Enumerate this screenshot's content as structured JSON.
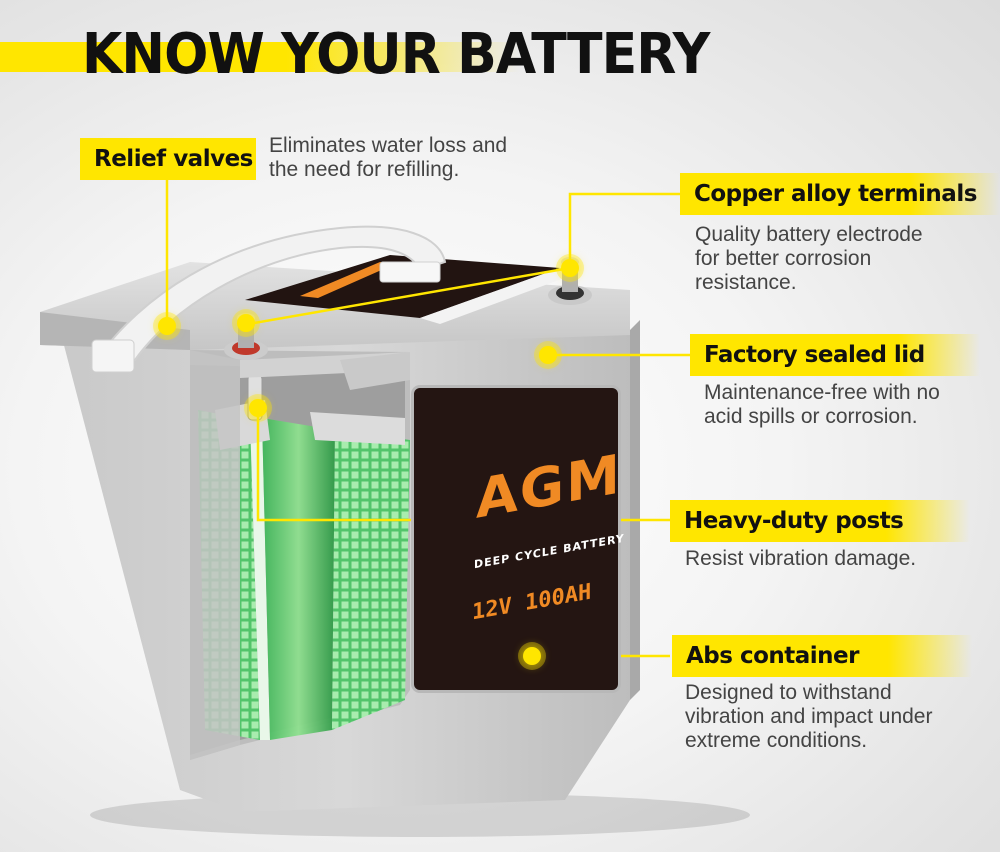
{
  "heading": {
    "title": "KNOW YOUR BATTERY"
  },
  "battery_label": {
    "type": "AGM",
    "subtitle": "DEEP CYCLE BATTERY",
    "rating": "12V 100AH"
  },
  "features": [
    {
      "label": "Relief valves",
      "description": [
        "Eliminates water loss and",
        "the need for refilling."
      ]
    },
    {
      "label": "Copper alloy terminals",
      "description": [
        "Quality battery electrode",
        "for better corrosion",
        "resistance."
      ]
    },
    {
      "label": "Factory sealed lid",
      "description": [
        "Maintenance-free with no",
        "acid spills or corrosion."
      ]
    },
    {
      "label": "Heavy-duty posts",
      "description": [
        "Resist vibration damage."
      ]
    },
    {
      "label": "Abs container",
      "description": [
        "Designed to withstand",
        "vibration and impact under",
        "extreme conditions."
      ]
    }
  ],
  "colors": {
    "accent": "#ffe600",
    "text": "#111111",
    "label_orange": "#f08a24"
  }
}
